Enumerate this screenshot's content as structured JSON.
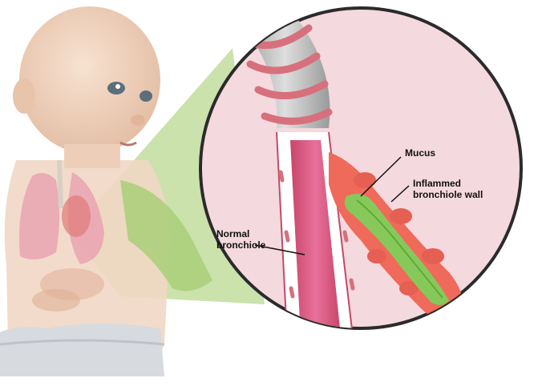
{
  "labels": {
    "mucus": "Mucus",
    "inflamed_line1": "Inflammed",
    "inflamed_line2": "bronchiole wall",
    "normal_line1": "Normal",
    "normal_line2": "bronchiole"
  },
  "colors": {
    "background": "#ffffff",
    "zoom_cone": "#b9d890",
    "magnifier_fill": "#f4d9de",
    "magnifier_border": "#2b2b2b",
    "normal_airway": "#d9577a",
    "inflamed_wall": "#ef6a5a",
    "mucus": "#86c95a",
    "skin": "#f0d3bd",
    "lungs": "#e9a3b2",
    "cartilage_ring": "#d7707c",
    "trachea_grey": "#c8c8c8"
  },
  "icons": {
    "figure": "infant-torso-illustration",
    "lungs": "lungs-illustration",
    "magnifier": "magnified-bronchiole-view"
  }
}
